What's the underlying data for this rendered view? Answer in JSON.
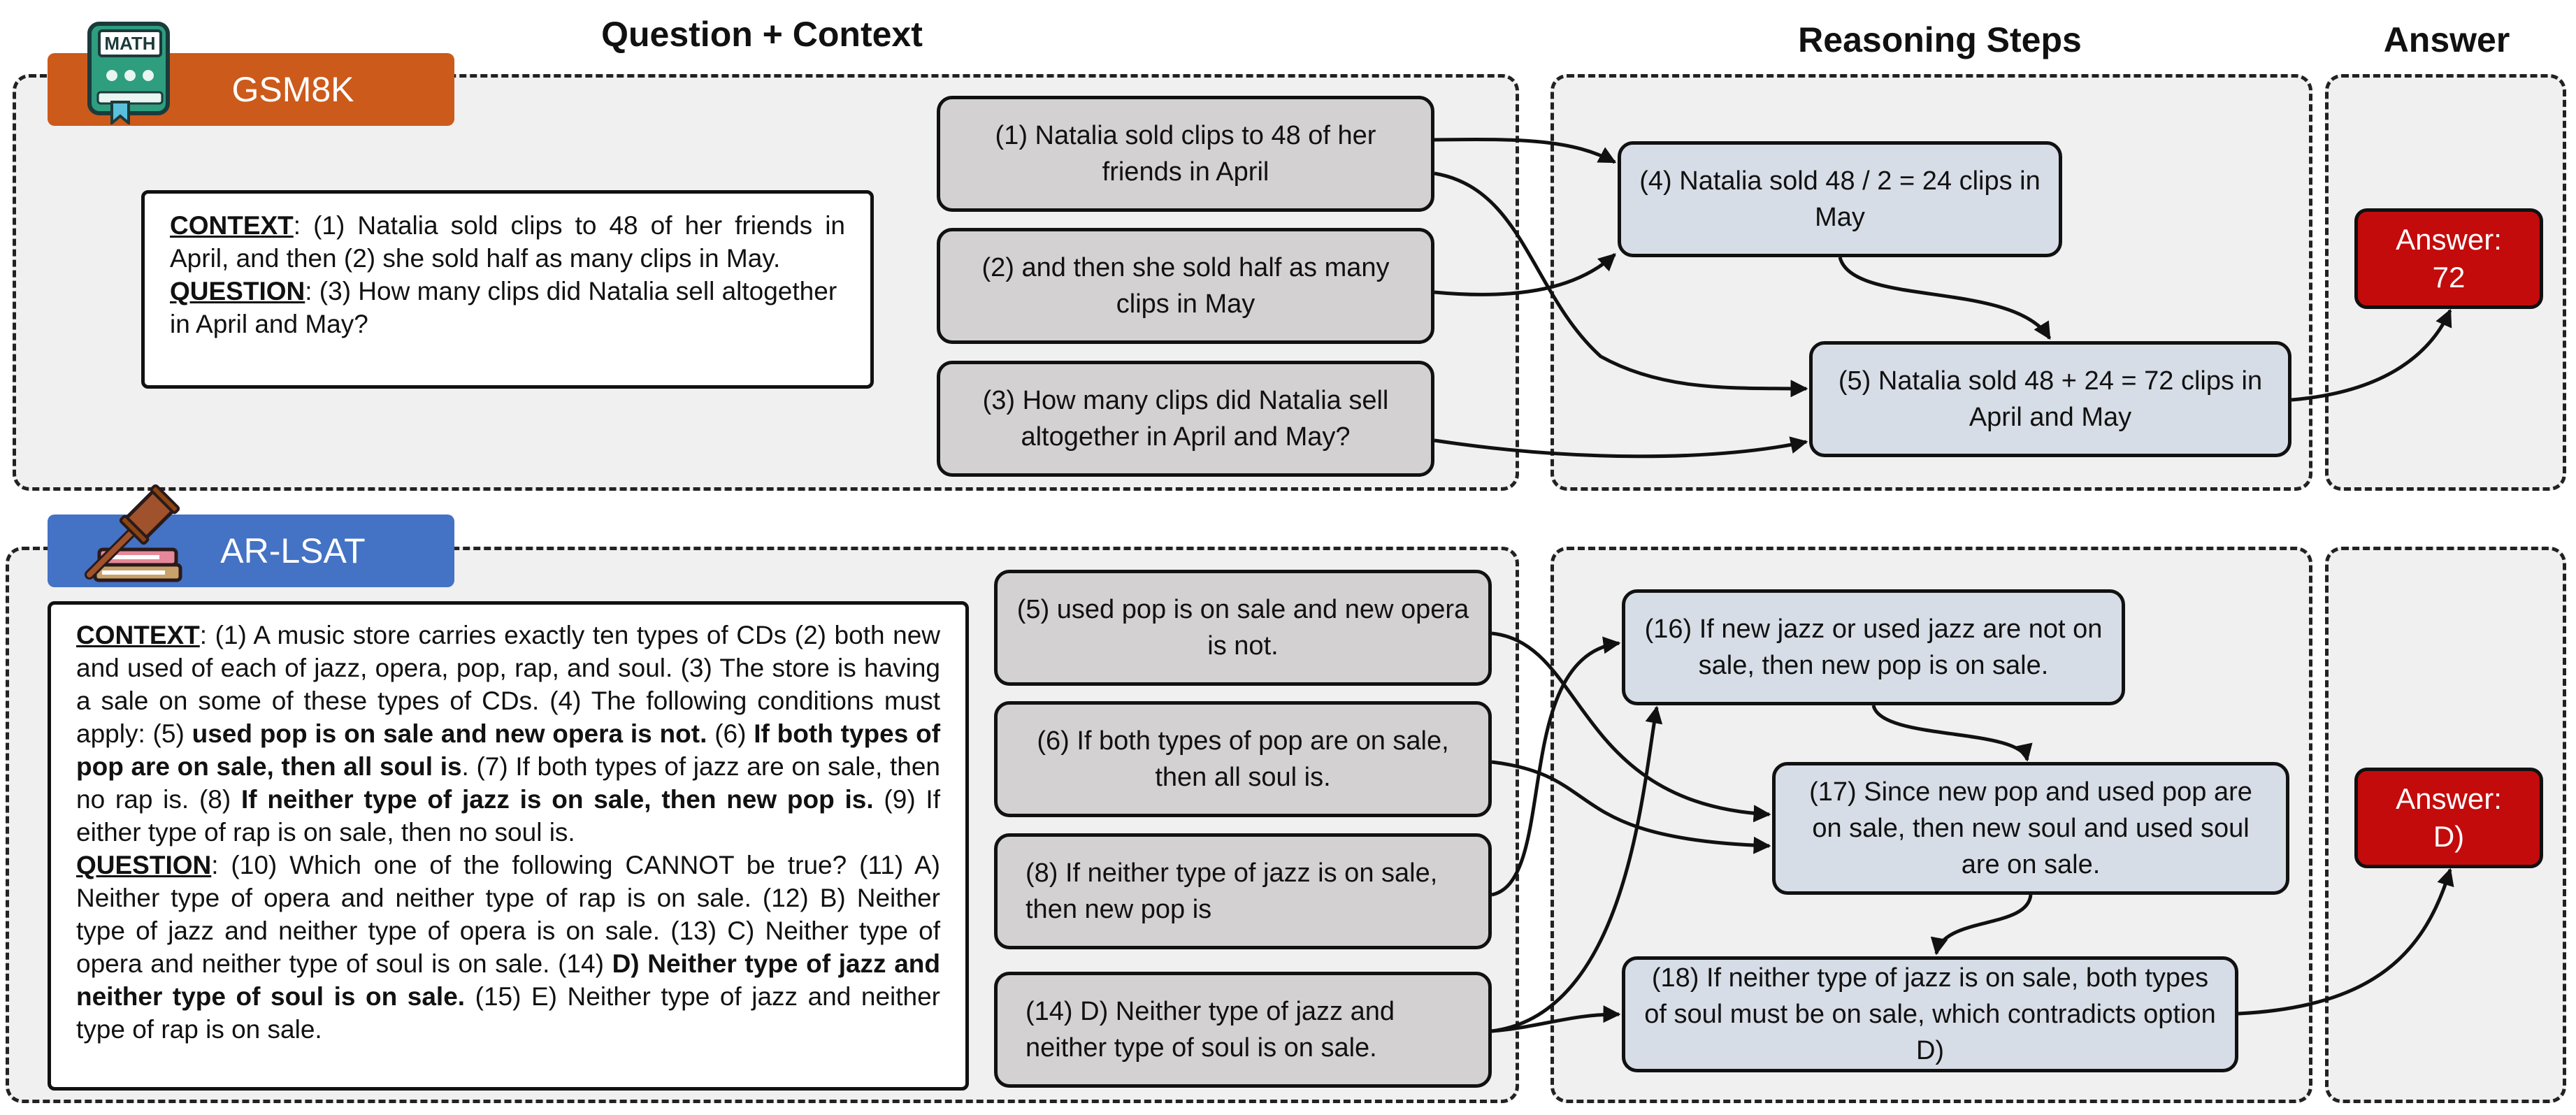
{
  "headers": {
    "question_context": "Question + Context",
    "reasoning_steps": "Reasoning Steps",
    "answer": "Answer"
  },
  "gsm8k": {
    "badge": "GSM8K",
    "badge_color": "#cc5a1b",
    "icon": "math-book-icon",
    "icon_text": "MATH",
    "context_label": "CONTEXT",
    "context_text": ": (1) Natalia sold clips to 48 of her friends in April, and then (2) she sold half as many clips in May.",
    "question_label": "QUESTION",
    "question_text": ": (3) How many clips did Natalia sell altogether in April and May?",
    "nodes": [
      "(1) Natalia sold clips to 48 of her friends in April",
      "(2) and then she sold half as many clips in May",
      "(3) How many clips did Natalia sell altogether in April and May?"
    ],
    "steps": [
      "(4) Natalia sold 48 / 2 = 24 clips in May",
      "(5) Natalia sold 48 + 24 = 72 clips in April and May"
    ],
    "answer_label": "Answer:",
    "answer_value": "72"
  },
  "arlsat": {
    "badge": "AR-LSAT",
    "badge_color": "#4472c4",
    "icon": "gavel-book-icon",
    "context_label": "CONTEXT",
    "context_text_1": ": (1) A music store carries exactly ten types of CDs (2) both new and used of each of jazz, opera, pop, rap, and soul. (3) The store is having a sale on some of these types of CDs. (4) The following conditions must apply: (5) ",
    "context_bold_5": "used pop is on sale and new opera is not.",
    "context_text_6a": " (6) ",
    "context_bold_6": "If both types of pop are on sale, then all soul is",
    "context_text_7": ". (7) If both types of jazz are on sale, then no rap is. (8) ",
    "context_bold_8": "If neither type of jazz is on sale, then new pop is.",
    "context_text_9": " (9) If either type of rap is on sale, then no soul is.",
    "question_label": "QUESTION",
    "question_text_1": ": (10) Which one of the following CANNOT be true? (11) A) Neither type of opera and neither type of rap is on sale. (12) B) Neither type of jazz and neither type of opera is on sale. (13) C) Neither type of opera and neither type of soul is on sale. (14) ",
    "question_bold_14": "D) Neither type of jazz and neither type of soul is on sale.",
    "question_text_15": " (15) E) Neither type of jazz and neither type of rap is on sale.",
    "nodes": [
      "(5) used pop is on sale and new opera is not.",
      "(6) If both types of pop are on sale, then all soul is.",
      "(8) If neither type of jazz is on sale, then new pop is",
      "(14) D) Neither type of jazz and neither type of soul is on sale."
    ],
    "steps": [
      "(16) If new jazz or used jazz are not on sale, then new pop is on sale.",
      "(17) Since new pop and used pop are on sale, then new soul and used soul are on sale.",
      "(18) If neither type of jazz is on sale, both types of soul must be on sale, which contradicts option D)"
    ],
    "answer_label": "Answer:",
    "answer_value": "D)"
  }
}
